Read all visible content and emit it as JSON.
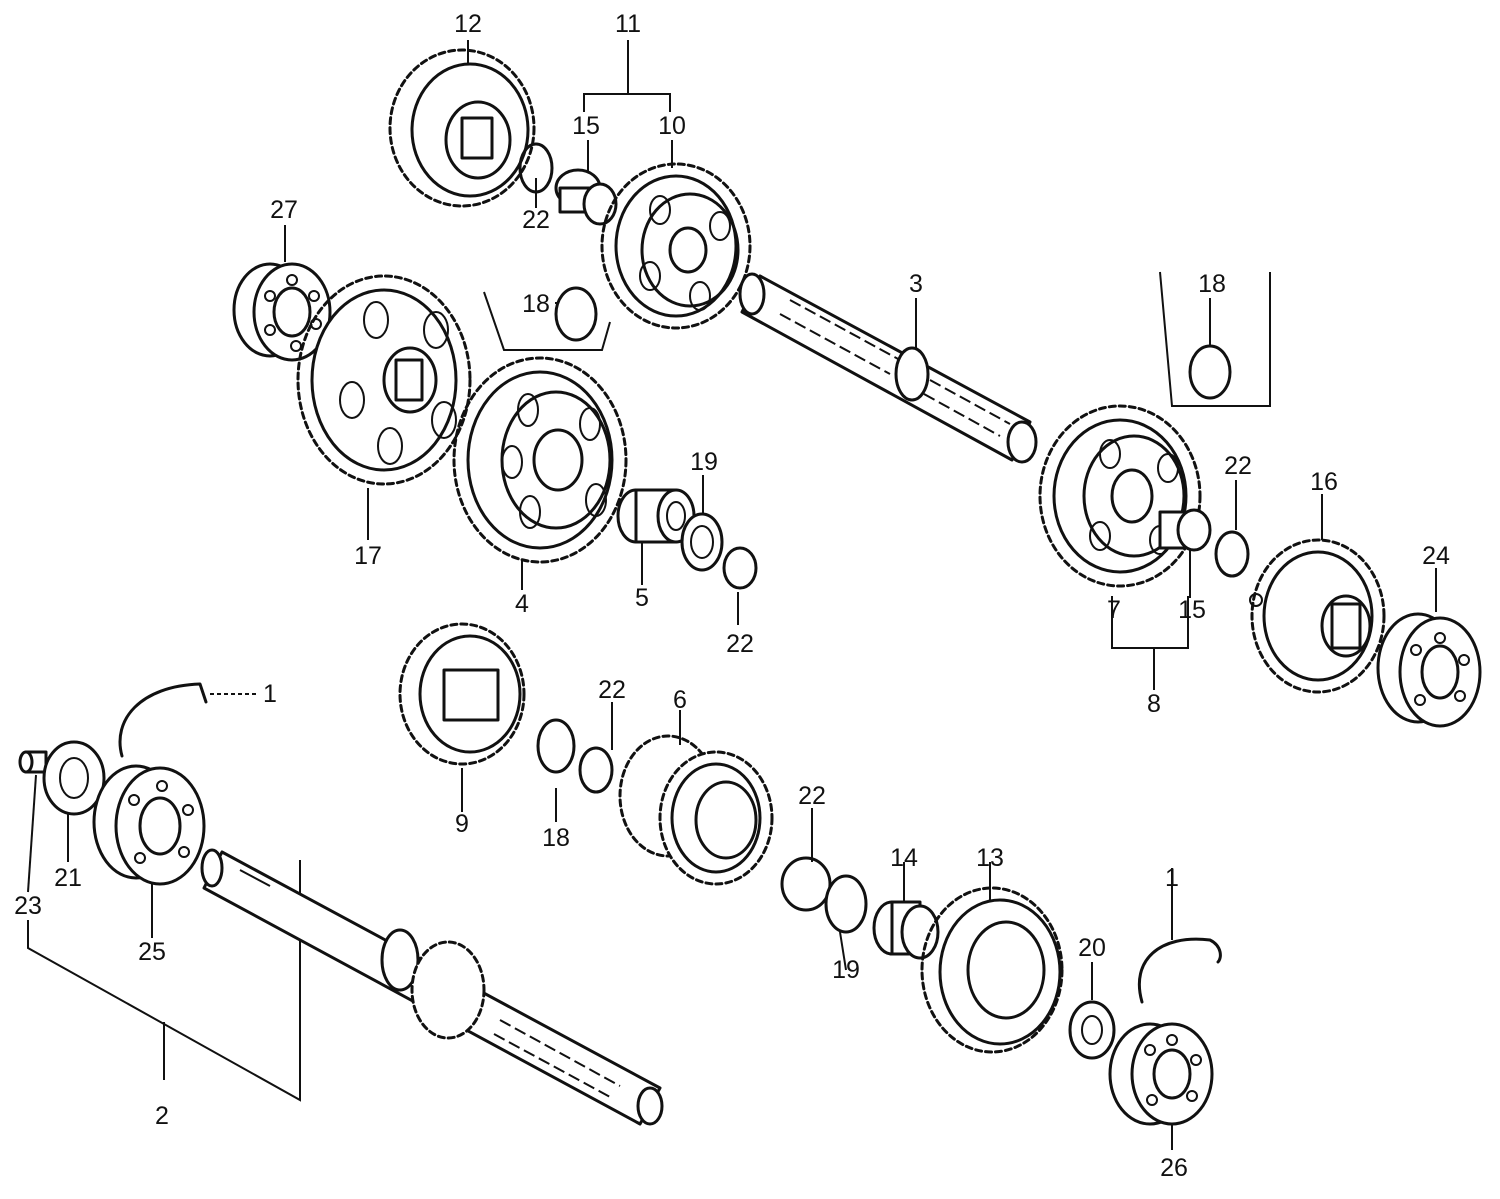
{
  "diagram": {
    "callouts": [
      {
        "id": "c12",
        "text": "12"
      },
      {
        "id": "c11",
        "text": "11"
      },
      {
        "id": "c15a",
        "text": "15"
      },
      {
        "id": "c10",
        "text": "10"
      },
      {
        "id": "c22a",
        "text": "22"
      },
      {
        "id": "c27",
        "text": "27"
      },
      {
        "id": "c18a",
        "text": "18"
      },
      {
        "id": "c3",
        "text": "3"
      },
      {
        "id": "c18b",
        "text": "18"
      },
      {
        "id": "c19a",
        "text": "19"
      },
      {
        "id": "c17",
        "text": "17"
      },
      {
        "id": "c4",
        "text": "4"
      },
      {
        "id": "c5",
        "text": "5"
      },
      {
        "id": "c22b",
        "text": "22"
      },
      {
        "id": "c22c",
        "text": "22"
      },
      {
        "id": "c16",
        "text": "16"
      },
      {
        "id": "c24",
        "text": "24"
      },
      {
        "id": "c7",
        "text": "7"
      },
      {
        "id": "c15b",
        "text": "15"
      },
      {
        "id": "c8",
        "text": "8"
      },
      {
        "id": "c1a",
        "text": "1"
      },
      {
        "id": "c22d",
        "text": "22"
      },
      {
        "id": "c6",
        "text": "6"
      },
      {
        "id": "c9",
        "text": "9"
      },
      {
        "id": "c18c",
        "text": "18"
      },
      {
        "id": "c22e",
        "text": "22"
      },
      {
        "id": "c14",
        "text": "14"
      },
      {
        "id": "c13",
        "text": "13"
      },
      {
        "id": "c1b",
        "text": "1"
      },
      {
        "id": "c23",
        "text": "23"
      },
      {
        "id": "c21",
        "text": "21"
      },
      {
        "id": "c25",
        "text": "25"
      },
      {
        "id": "c19b",
        "text": "19"
      },
      {
        "id": "c20",
        "text": "20"
      },
      {
        "id": "c2",
        "text": "2"
      },
      {
        "id": "c26",
        "text": "26"
      }
    ]
  }
}
